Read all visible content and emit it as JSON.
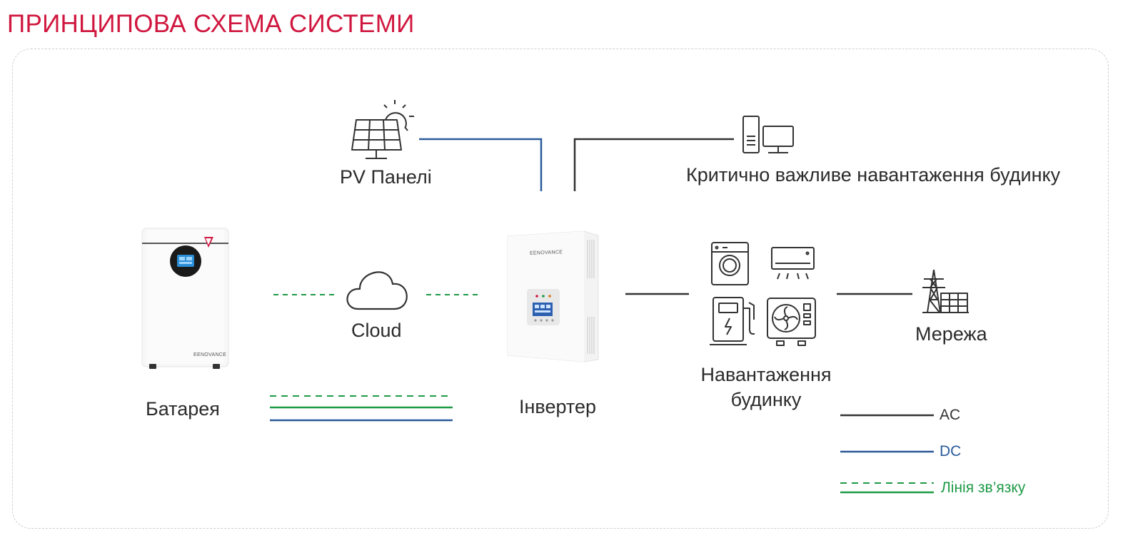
{
  "title": "ПРИНЦИПОВА СХЕМА СИСТЕМИ",
  "nodes": {
    "pv": "PV Панелі",
    "critical_load": "Критично важливе навантаження будинку",
    "cloud": "Cloud",
    "battery": "Батарея",
    "inverter": "Інвертер",
    "home_load": "Навантаження будинку",
    "grid": "Мережа"
  },
  "brand": {
    "battery_logo": "EENOVANCE",
    "inverter_logo": "EENOVANCE"
  },
  "legend": {
    "ac": "AC",
    "dc": "DC",
    "comm": "Лінія зв’язку"
  },
  "colors": {
    "title": "#d0173f",
    "ac": "#333333",
    "dc": "#2a5a9a",
    "comm": "#1e9a46"
  }
}
